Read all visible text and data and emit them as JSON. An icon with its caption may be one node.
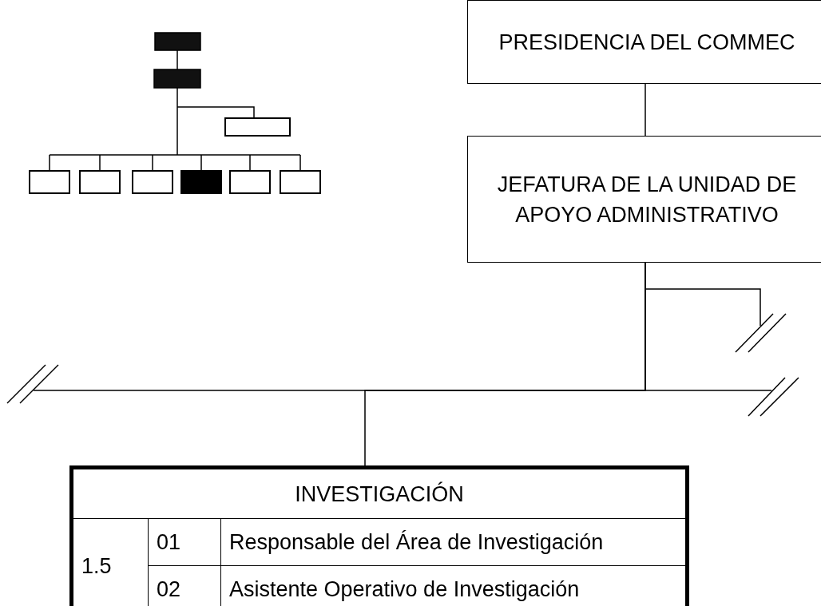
{
  "diagram": {
    "nodes": [
      {
        "text": [
          "PRESIDENCIA DEL COMMEC"
        ]
      },
      {
        "text": [
          "JEFATURA DE LA UNIDAD DE APOYO ADMINISTRATIVO"
        ]
      },
      {
        "text": [
          "INVESTIGACIÓN",
          "1.5",
          "01",
          "Responsable del Área de Investigación",
          "02",
          "Asistente Operativo de Investigación"
        ]
      }
    ],
    "edges": [
      {
        "from": 0,
        "to": 1,
        "arrow": "none"
      },
      {
        "from": 1,
        "to": 2,
        "arrow": "none"
      },
      {
        "from": 1,
        "to": null,
        "arrow": "none"
      },
      {
        "from": 1,
        "to": null,
        "arrow": "none"
      },
      {
        "from": 1,
        "to": null,
        "arrow": "none"
      }
    ]
  }
}
